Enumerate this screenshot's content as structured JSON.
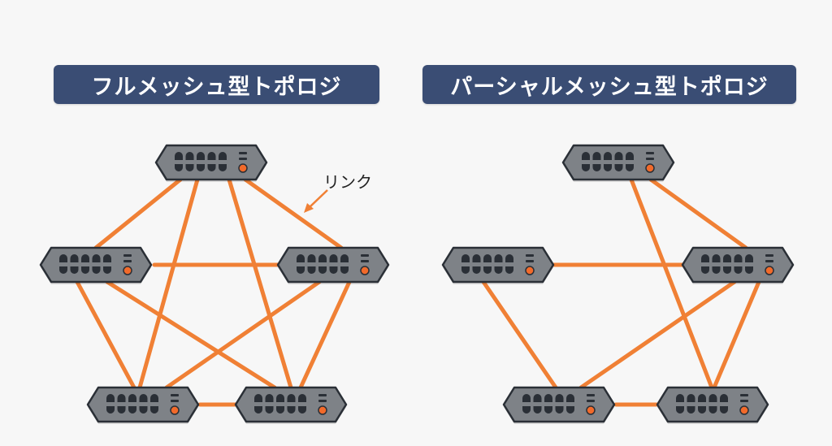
{
  "colors": {
    "title_bg": "#3a4d74",
    "title_text": "#ffffff",
    "link": "#f08035",
    "switch_body": "#7e8287",
    "switch_outline": "#2a2f36",
    "port": "#2a2f36",
    "led": "#f26a2a",
    "background": "#f7f7f7"
  },
  "diagrams": [
    {
      "id": "full-mesh",
      "title": "フルメッシュ型トポロジ",
      "annotation": "リンク",
      "nodes": [
        "top",
        "mid-left",
        "mid-right",
        "bottom-left",
        "bottom-right"
      ],
      "links": [
        [
          "top",
          "mid-left"
        ],
        [
          "top",
          "mid-right"
        ],
        [
          "top",
          "bottom-left"
        ],
        [
          "top",
          "bottom-right"
        ],
        [
          "mid-left",
          "mid-right"
        ],
        [
          "mid-left",
          "bottom-left"
        ],
        [
          "mid-left",
          "bottom-right"
        ],
        [
          "mid-right",
          "bottom-left"
        ],
        [
          "mid-right",
          "bottom-right"
        ],
        [
          "bottom-left",
          "bottom-right"
        ]
      ]
    },
    {
      "id": "partial-mesh",
      "title": "パーシャルメッシュ型トポロジ",
      "nodes": [
        "top",
        "mid-left",
        "mid-right",
        "bottom-left",
        "bottom-right"
      ],
      "links": [
        [
          "top",
          "mid-right"
        ],
        [
          "top",
          "bottom-right"
        ],
        [
          "mid-left",
          "mid-right"
        ],
        [
          "mid-left",
          "bottom-left"
        ],
        [
          "mid-right",
          "bottom-left"
        ],
        [
          "mid-right",
          "bottom-right"
        ],
        [
          "bottom-left",
          "bottom-right"
        ]
      ]
    }
  ]
}
